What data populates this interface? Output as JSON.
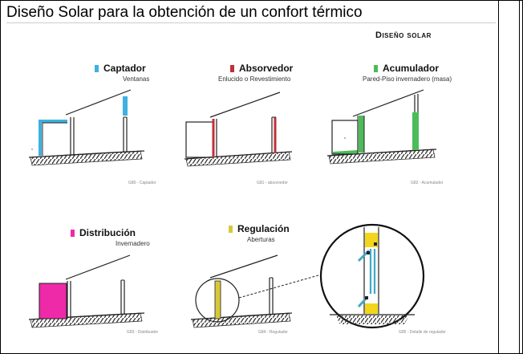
{
  "slide_title": "Diseño Solar para la obtención de un confort térmico",
  "section_heading": "Diseño solar",
  "panels": [
    {
      "label": "Captador",
      "sublabel": "Ventanas",
      "caption": "G80 - Captador",
      "color": "#3fb0e0"
    },
    {
      "label": "Absorvedor",
      "sublabel": "Enlucido o Revestimiento",
      "caption": "G81 - absorvedor",
      "color": "#c0303a"
    },
    {
      "label": "Acumulador",
      "sublabel": "Pared-Piso invernadero (masa)",
      "caption": "G82 - Acumulador",
      "color": "#4cbb5a"
    },
    {
      "label": "Distribución",
      "sublabel": "Invernadero",
      "caption": "G83 - Distribuidor",
      "color": "#ee2aa8"
    },
    {
      "label": "Regulación",
      "sublabel": "Aberturas",
      "caption": "G84 - Regulador",
      "color": "#d8c73a"
    },
    {
      "label": "",
      "sublabel": "",
      "caption": "G85 - Detalle de regulador",
      "color": "#3fa9c9"
    }
  ]
}
